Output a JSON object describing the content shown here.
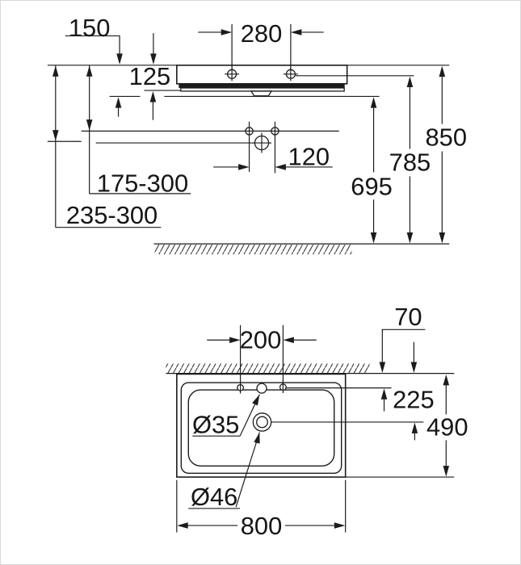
{
  "page": {
    "background": "#ffffff",
    "line_color": "#1c1c1c"
  },
  "side_view": {
    "name": "front-elevation-of-wall-hung-basin",
    "dims": {
      "wall_offset": "150",
      "fixing_hole_spacing": "280",
      "rim_thickness": "125",
      "drain_hole_spacing": "120",
      "trap_height_range": "175-300",
      "supply_height_range": "235-300",
      "drain_outlet_height": "695",
      "fixing_height": "785",
      "rim_height": "850"
    }
  },
  "plan_view": {
    "name": "plan-view-of-basin",
    "dims": {
      "fixing_hole_wall_offset": "70",
      "fixing_hole_spacing": "200",
      "drain_center_offset": "225",
      "basin_depth": "490",
      "tap_hole_diameter": "Ø35",
      "drain_hole_diameter": "Ø46",
      "basin_width": "800"
    }
  }
}
